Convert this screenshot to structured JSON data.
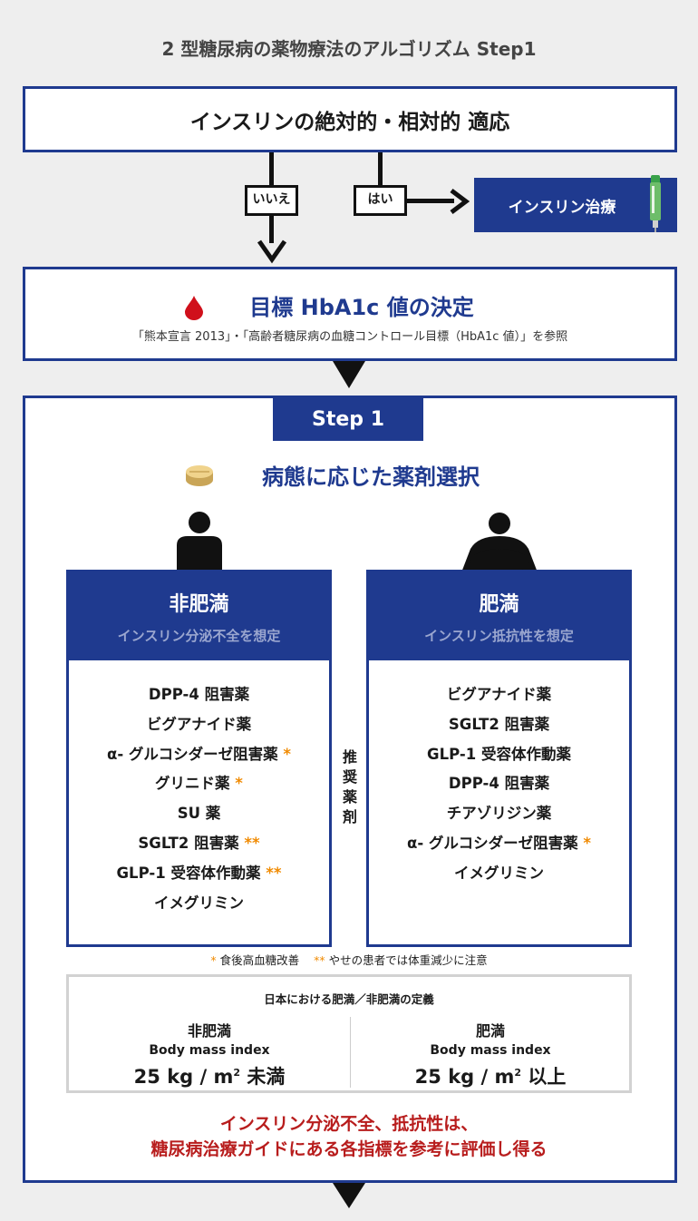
{
  "page_title": "2 型糖尿病の薬物療法のアルゴリズム Step1",
  "indication": "インスリンの絶対的・相対的 適応",
  "answers": {
    "no": "いいえ",
    "yes": "はい"
  },
  "insulin_therapy": "インスリン治療",
  "hba1c": {
    "title": "目標 HbA1c 値の決定",
    "note": "「熊本宣言 2013」・「高齢者糖尿病の血糖コントロール目標（HbA1c 値）」を参照"
  },
  "step": {
    "label": "Step 1",
    "title": "病態に応じた薬剤選択",
    "recommend_label": "推奨薬剤",
    "non_obese": {
      "title": "非肥満",
      "subtitle": "インスリン分泌不全を想定",
      "drugs": [
        {
          "name": "DPP-4 阻害薬",
          "mark": ""
        },
        {
          "name": "ビグアナイド薬",
          "mark": ""
        },
        {
          "name": "α- グルコシダーゼ阻害薬",
          "mark": "*"
        },
        {
          "name": "グリニド薬",
          "mark": "*"
        },
        {
          "name": "SU 薬",
          "mark": ""
        },
        {
          "name": "SGLT2 阻害薬",
          "mark": "**"
        },
        {
          "name": "GLP-1 受容体作動薬",
          "mark": "**"
        },
        {
          "name": "イメグリミン",
          "mark": ""
        }
      ]
    },
    "obese": {
      "title": "肥満",
      "subtitle": "インスリン抵抗性を想定",
      "drugs": [
        {
          "name": "ビグアナイド薬",
          "mark": ""
        },
        {
          "name": "SGLT2 阻害薬",
          "mark": ""
        },
        {
          "name": "GLP-1 受容体作動薬",
          "mark": ""
        },
        {
          "name": "DPP-4 阻害薬",
          "mark": ""
        },
        {
          "name": "チアゾリジン薬",
          "mark": ""
        },
        {
          "name": "α- グルコシダーゼ阻害薬",
          "mark": "*"
        },
        {
          "name": "イメグリミン",
          "mark": ""
        }
      ]
    },
    "footnote": {
      "mark1": "*",
      "text1": "食後高血糖改善",
      "mark2": "**",
      "text2": "やせの患者では体重減少に注意"
    },
    "definition": {
      "title": "日本における肥満／非肥満の定義",
      "non_obese": {
        "name": "非肥満",
        "index": "Body mass index",
        "value": "25 kg / m",
        "sup": "2",
        "qualifier": "未満"
      },
      "obese": {
        "name": "肥満",
        "index": "Body mass index",
        "value": "25 kg / m",
        "sup": "2",
        "qualifier": "以上"
      }
    },
    "conclusion": {
      "line1": "インスリン分泌不全、抵抗性は、",
      "line2": "糖尿病治療ガイドにある各指標を参考に評価し得る"
    }
  },
  "colors": {
    "navy": "#1f3a8f",
    "red": "#b81d1d",
    "orange": "#f08a00",
    "blood": "#d0101b"
  },
  "icons": [
    "blood-drop-icon",
    "insulin-pen-icon",
    "pill-icon",
    "slim-person-icon",
    "obese-person-icon"
  ]
}
